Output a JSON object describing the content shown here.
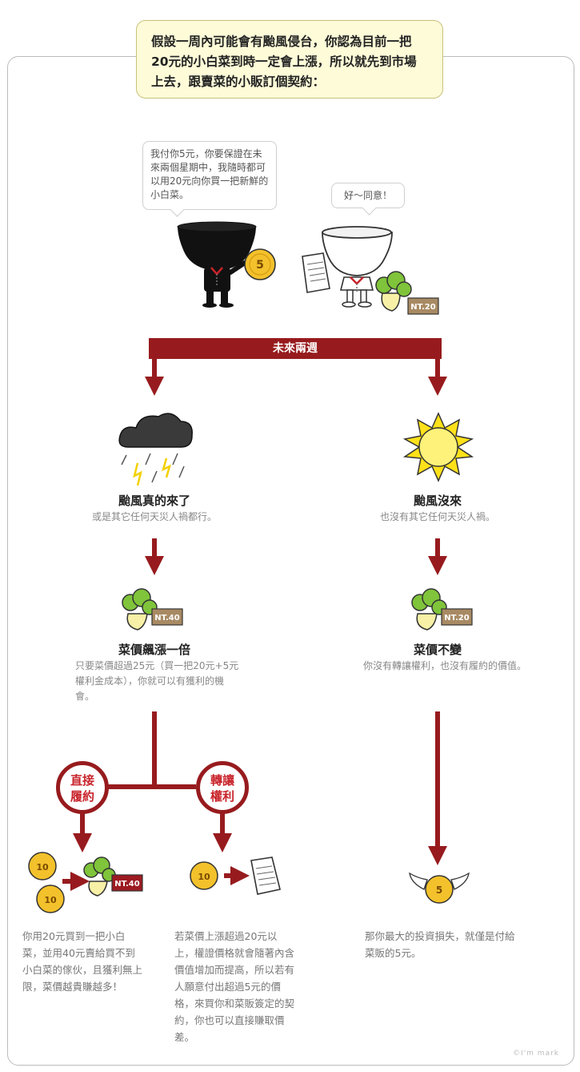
{
  "intro": "假設一周內可能會有颱風侵台，你認為目前一把20元的小白菜到時一定會上漲，所以就先到市場上去，跟賣菜的小販訂個契約：",
  "buyer_bubble": "我付你5元，你要保證在未來兩個星期中，我隨時都可以用20元向你買一把新鮮的小白菜。",
  "seller_bubble": "好～同意！",
  "weeks_label": "未來兩週",
  "price_tags": {
    "initial": "NT.20",
    "typhoon": "NT.40",
    "sunny": "NT.20",
    "sell": "NT.40"
  },
  "coin_labels": {
    "buyer": "5",
    "wings": "5",
    "ten_a": "10",
    "ten_b": "10",
    "ten_c": "10"
  },
  "typhoon": {
    "title": "颱風真的來了",
    "subtitle": "或是其它任何天災人禍都行。",
    "result_title": "菜價飆漲一倍",
    "result_text": "只要菜價超過25元（買一把20元+5元權利金成本），你就可以有獲利的機會。"
  },
  "sunny": {
    "title": "颱風沒來",
    "subtitle": "也沒有其它任何天災人禍。",
    "result_title": "菜價不變",
    "result_text": "你沒有轉讓權利，也沒有履約的價值。"
  },
  "options": {
    "exercise": "直接履約",
    "transfer": "轉讓權利"
  },
  "outcomes": {
    "exercise": "你用20元買到一把小白菜，並用40元賣給買不到小白菜的傢伙，且獲利無上限，菜價越貴賺越多！",
    "transfer": "若菜價上漲超過20元以上，權證價格就會隨著內含價值增加而提高，所以若有人願意付出超過5元的價格，來買你和菜販簽定的契約，你也可以直接賺取價差。",
    "loss": "那你最大的投資損失，就僅是付給菜販的5元。"
  },
  "signature": "©I'm mark",
  "colors": {
    "arrow": "#971b1e",
    "tag_brown": "#a88a63",
    "tag_red": "#9d1b22",
    "coin": "#f3c12b",
    "sun": "#ffe11a",
    "cloud": "#3a3a3a"
  }
}
